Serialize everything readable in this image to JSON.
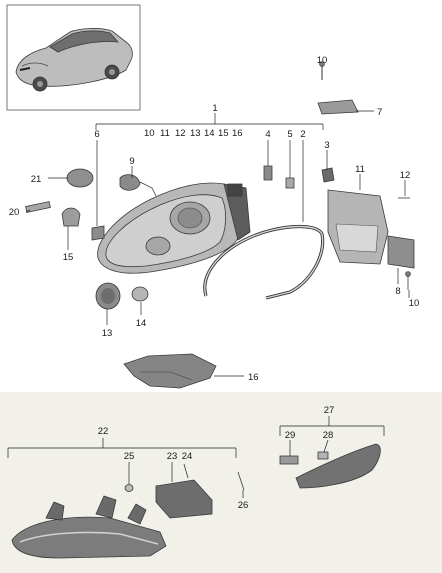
{
  "colors": {
    "background_top": "#ffffff",
    "background_bottom": "#f1f1ea",
    "part_light": "#c9c9c9",
    "part_mid": "#9a9a9a",
    "part_dark": "#5a5a5a",
    "line": "#222222"
  },
  "parts": {
    "p1": "1",
    "p2": "2",
    "p3": "3",
    "p4": "4",
    "p5": "5",
    "p6": "6",
    "p7": "7",
    "p8": "8",
    "p9": "9",
    "p10a": "10",
    "p10b": "10",
    "p10c": "10",
    "p11a": "11",
    "p11b": "11",
    "p12": "12",
    "p13a": "13",
    "p13b": "13",
    "p14a": "14",
    "p14b": "14",
    "p15a": "15",
    "p15b": "15",
    "p16a": "16",
    "p16b": "16",
    "p20": "20",
    "p21": "21",
    "p22": "22",
    "p23": "23",
    "p24": "24",
    "p25": "25",
    "p26": "26",
    "p27": "27",
    "p28": "28",
    "p29": "29"
  }
}
